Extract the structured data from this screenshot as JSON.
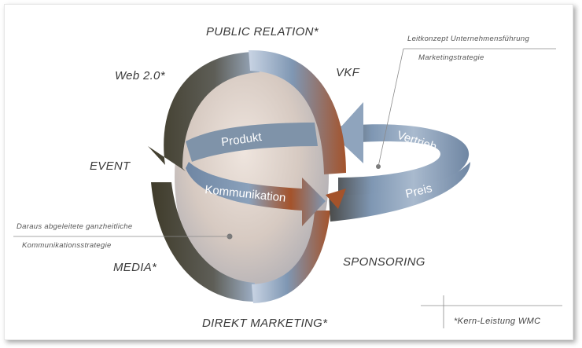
{
  "outer_labels": {
    "public_relation": "PUBLIC RELATION*",
    "web20": "Web 2.0*",
    "vkf": "VKF",
    "event": "EVENT",
    "media": "MEDIA*",
    "sponsoring": "SPONSORING",
    "direkt_marketing": "DIREKT MARKETING*"
  },
  "arrow_labels": {
    "produkt": "Produkt",
    "vertrieb": "Vertrieb",
    "kommunikation": "Kommunikation",
    "preis": "Preis"
  },
  "annotations": {
    "top_right_line1": "Leitkonzept Unternehmensführung",
    "top_right_line2": "Marketingstrategie",
    "left_line1": "Daraus abgeleitete ganzheitliche",
    "left_line2": "Kommunikationsstrategie",
    "footnote": "*Kern-Leistung WMC"
  },
  "colors": {
    "dark_olive": "#3f3b2a",
    "rust": "#a4532b",
    "steel_blue": "#7f97b3",
    "pale_blue": "#c9d4e4"
  }
}
